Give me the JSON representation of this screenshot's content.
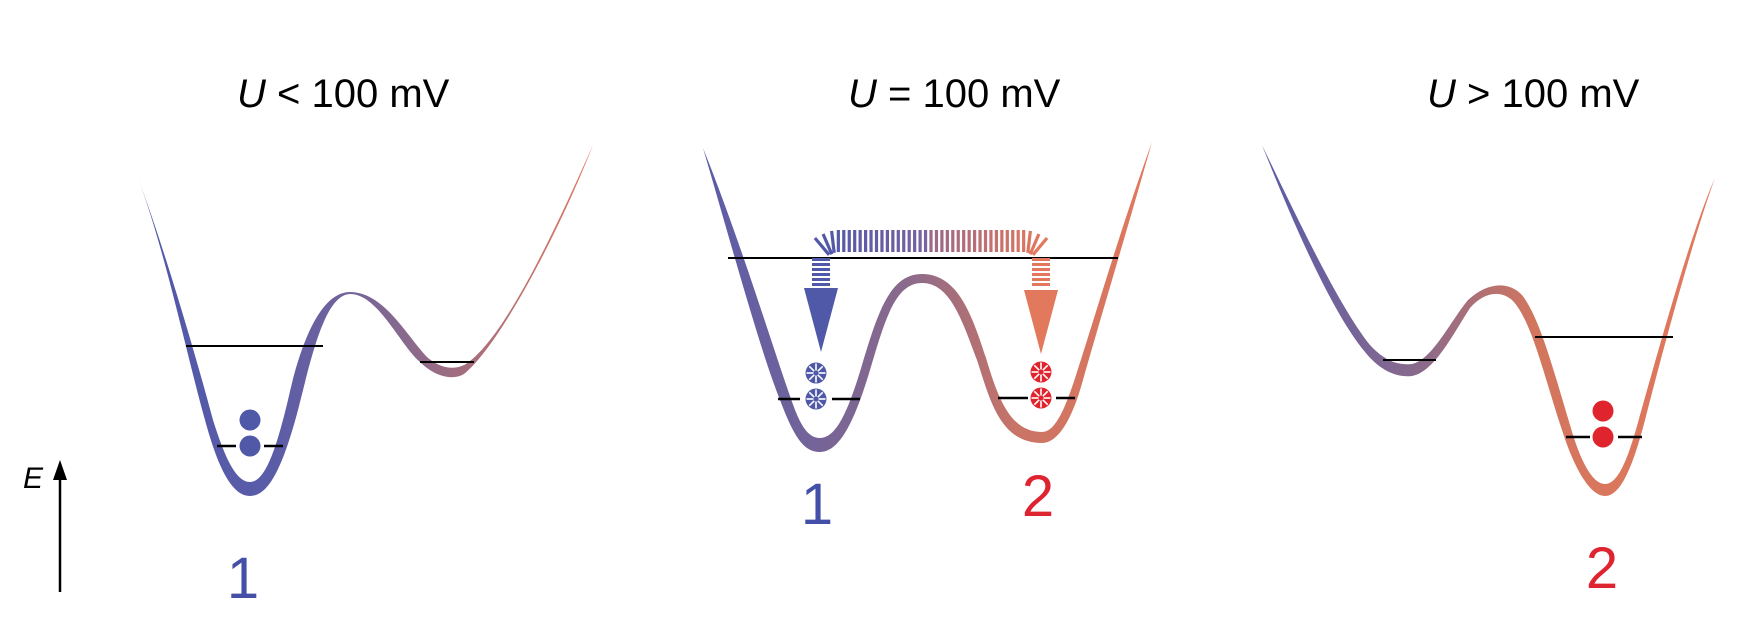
{
  "colors": {
    "blue": "#5058A8",
    "red": "#E0242E",
    "orange": "#E2785C",
    "mauve": "#8A6A8C",
    "label_blue": "#4450A8",
    "label_red": "#DF2431"
  },
  "axis": {
    "label": "E"
  },
  "panels": [
    {
      "title_var": "U",
      "title_rest": " < 100 mV",
      "labels": [
        "1"
      ]
    },
    {
      "title_var": "U",
      "title_rest": " = 100 mV",
      "labels": [
        "1",
        "2"
      ]
    },
    {
      "title_var": "U",
      "title_rest": " > 100 mV",
      "labels": [
        "2"
      ]
    }
  ]
}
